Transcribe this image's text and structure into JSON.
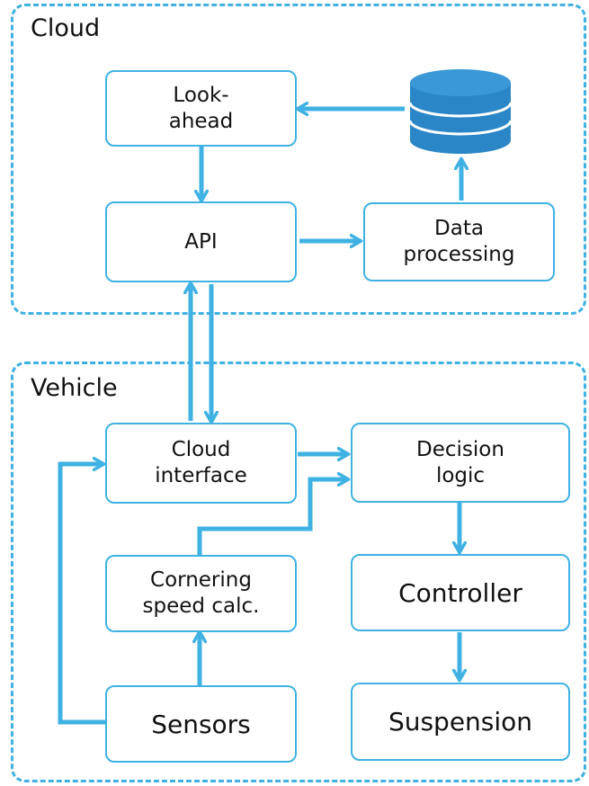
{
  "colors": {
    "accent": "#3fb2e3",
    "text": "#111111",
    "background": "#ffffff"
  },
  "regions": {
    "cloud": {
      "label": "Cloud"
    },
    "vehicle": {
      "label": "Vehicle"
    }
  },
  "nodes": {
    "look_ahead": "Look-\nahead",
    "api": "API",
    "data_processing": "Data\nprocessing",
    "cloud_interface": "Cloud\ninterface",
    "decision_logic": "Decision\nlogic",
    "cornering_speed_calc": "Cornering\nspeed calc.",
    "controller": "Controller",
    "sensors": "Sensors",
    "suspension": "Suspension"
  },
  "icons": {
    "database": "database-icon"
  }
}
